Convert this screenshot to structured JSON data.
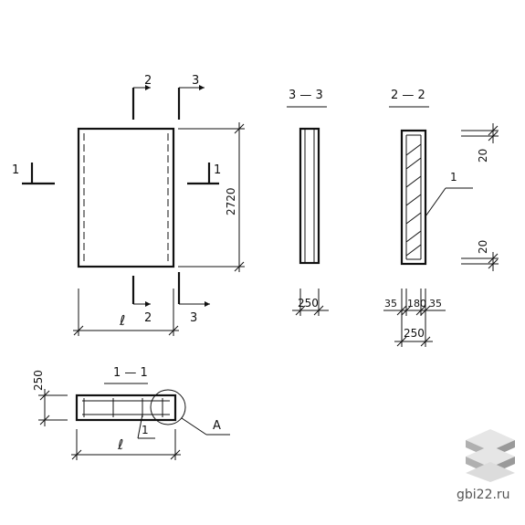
{
  "labels": {
    "sec_1": "1",
    "sec_2": "2",
    "sec_3": "3",
    "dim_2720": "2720",
    "dim_l": "ℓ",
    "title_33": "3 — 3",
    "title_22": "2 — 2",
    "title_11": "1 — 1",
    "dim_250": "250",
    "dim_35": "35",
    "dim_180": "180",
    "dim_20": "20",
    "callout_1": "1",
    "callout_A": "A"
  },
  "watermark": {
    "text": "gbi22.ru",
    "logo_icon": "stacked-blocks-icon",
    "colors": {
      "top": "#e6e6e6",
      "side": "#9a9a9a"
    }
  }
}
